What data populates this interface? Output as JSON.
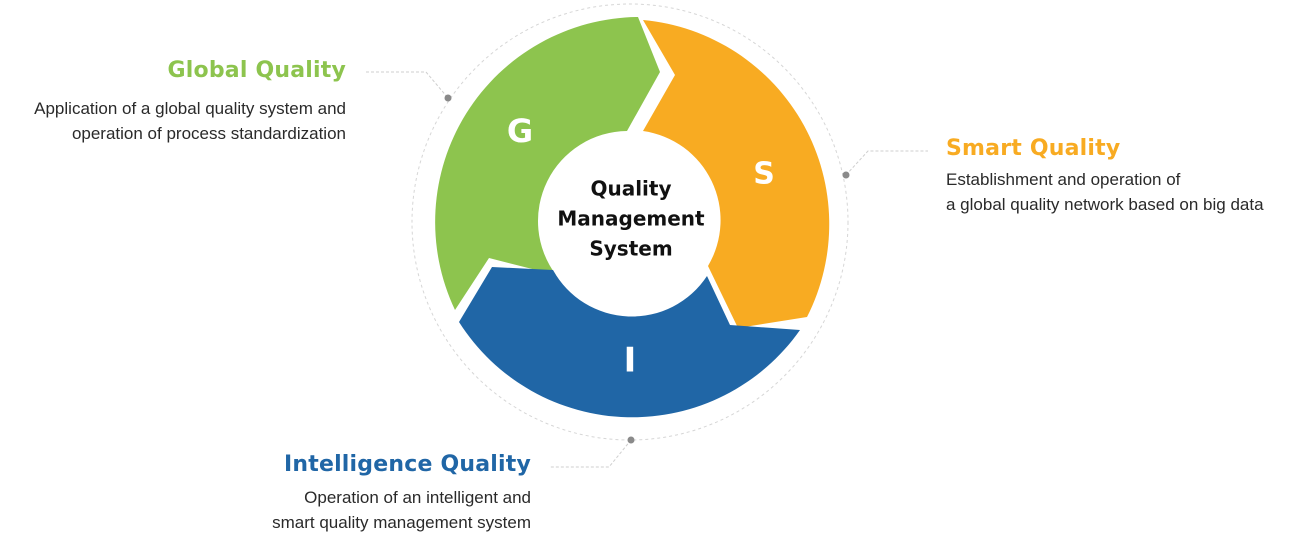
{
  "center": {
    "line1": "Quality",
    "line2": "Management",
    "line3": "System"
  },
  "segments": {
    "global": {
      "letter": "G",
      "color": "#8dc44e"
    },
    "smart": {
      "letter": "S",
      "color": "#f8ab22"
    },
    "intelligence": {
      "letter": "I",
      "color": "#2066a6"
    }
  },
  "blocks": {
    "global": {
      "title": "Global Quality",
      "title_color": "#8dc44e",
      "desc": [
        "Application of a global quality system and",
        "operation of process standardization"
      ]
    },
    "smart": {
      "title": "Smart Quality",
      "title_color": "#f8ab22",
      "desc": [
        "Establishment and operation of",
        "a global quality network based on big data"
      ]
    },
    "intelligence": {
      "title": "Intelligence Quality",
      "title_color": "#2066a6",
      "desc": [
        "Operation of an intelligent and",
        "smart quality management system"
      ]
    }
  }
}
